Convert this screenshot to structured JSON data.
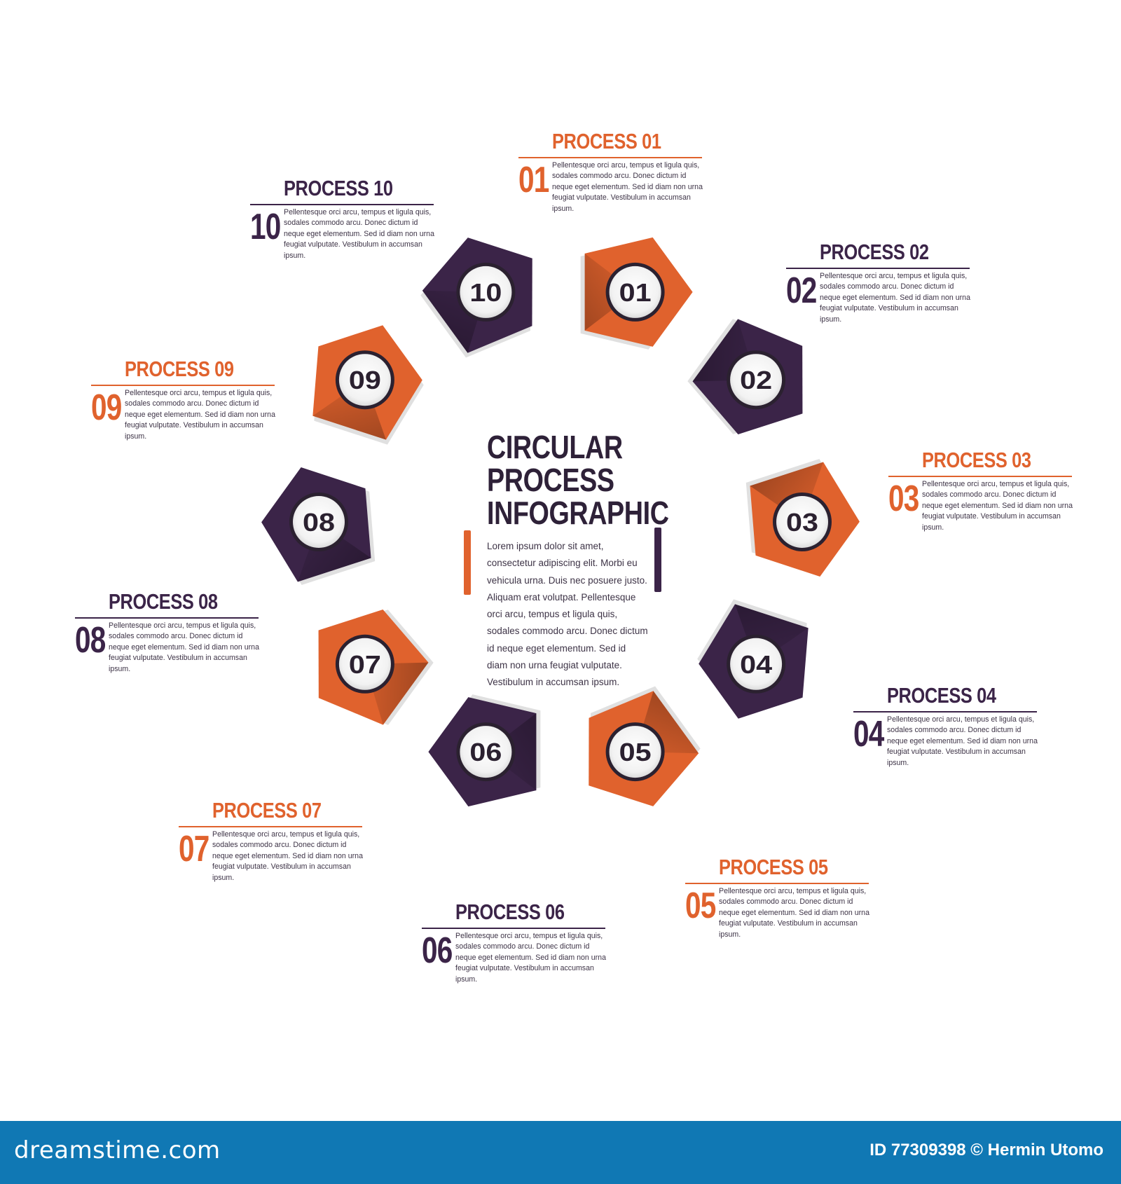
{
  "center": {
    "title_lines": [
      "CIRCULAR",
      "PROCESS",
      "INFOGRAPHIC"
    ],
    "body": "Lorem ipsum dolor sit amet, consectetur adipiscing elit. Morbi eu vehicula urna. Duis nec posuere justo. Aliquam erat volutpat. Pellentesque orci arcu, tempus et ligula quis, sodales commodo arcu. Donec dictum id neque eget elementum. Sed id diam non urna feugiat vulputate. Vestibulum in accumsan ipsum."
  },
  "colors": {
    "orange": "#e0622d",
    "purple": "#3b2448",
    "dark": "#2e2138"
  },
  "steps": [
    {
      "num": "01",
      "title": "PROCESS 01",
      "color": "orange",
      "desc": "Pellentesque orci arcu, tempus et ligula quis, sodales commodo arcu. Donec dictum id neque eget elementum. Sed id diam non urna feugiat vulputate. Vestibulum in accumsan ipsum."
    },
    {
      "num": "02",
      "title": "PROCESS 02",
      "color": "purple",
      "desc": "Pellentesque orci arcu, tempus et ligula quis, sodales commodo arcu. Donec dictum id neque eget elementum. Sed id diam non urna feugiat vulputate. Vestibulum in accumsan ipsum."
    },
    {
      "num": "03",
      "title": "PROCESS 03",
      "color": "orange",
      "desc": "Pellentesque orci arcu, tempus et ligula quis, sodales commodo arcu. Donec dictum id neque eget elementum. Sed id diam non urna feugiat vulputate. Vestibulum in accumsan ipsum."
    },
    {
      "num": "04",
      "title": "PROCESS 04",
      "color": "purple",
      "desc": "Pellentesque orci arcu, tempus et ligula quis, sodales commodo arcu. Donec dictum id neque eget elementum. Sed id diam non urna feugiat vulputate. Vestibulum in accumsan ipsum."
    },
    {
      "num": "05",
      "title": "PROCESS 05",
      "color": "orange",
      "desc": "Pellentesque orci arcu, tempus et ligula quis, sodales commodo arcu. Donec dictum id neque eget elementum. Sed id diam non urna feugiat vulputate. Vestibulum in accumsan ipsum."
    },
    {
      "num": "06",
      "title": "PROCESS 06",
      "color": "purple",
      "desc": "Pellentesque orci arcu, tempus et ligula quis, sodales commodo arcu. Donec dictum id neque eget elementum. Sed id diam non urna feugiat vulputate. Vestibulum in accumsan ipsum."
    },
    {
      "num": "07",
      "title": "PROCESS 07",
      "color": "orange",
      "desc": "Pellentesque orci arcu, tempus et ligula quis, sodales commodo arcu. Donec dictum id neque eget elementum. Sed id diam non urna feugiat vulputate. Vestibulum in accumsan ipsum."
    },
    {
      "num": "08",
      "title": "PROCESS 08",
      "color": "purple",
      "desc": "Pellentesque orci arcu, tempus et ligula quis, sodales commodo arcu. Donec dictum id neque eget elementum. Sed id diam non urna feugiat vulputate. Vestibulum in accumsan ipsum."
    },
    {
      "num": "09",
      "title": "PROCESS 09",
      "color": "orange",
      "desc": "Pellentesque orci arcu, tempus et ligula quis, sodales commodo arcu. Donec dictum id neque eget elementum. Sed id diam non urna feugiat vulputate. Vestibulum in accumsan ipsum."
    },
    {
      "num": "10",
      "title": "PROCESS 10",
      "color": "purple",
      "desc": "Pellentesque orci arcu, tempus et ligula quis, sodales commodo arcu. Donec dictum id neque eget elementum. Sed id diam non urna feugiat vulputate. Vestibulum in accumsan ipsum."
    }
  ],
  "footer": {
    "brand": "dreamstime.com",
    "credit": "ID 77309398 © Hermin Utomo"
  }
}
